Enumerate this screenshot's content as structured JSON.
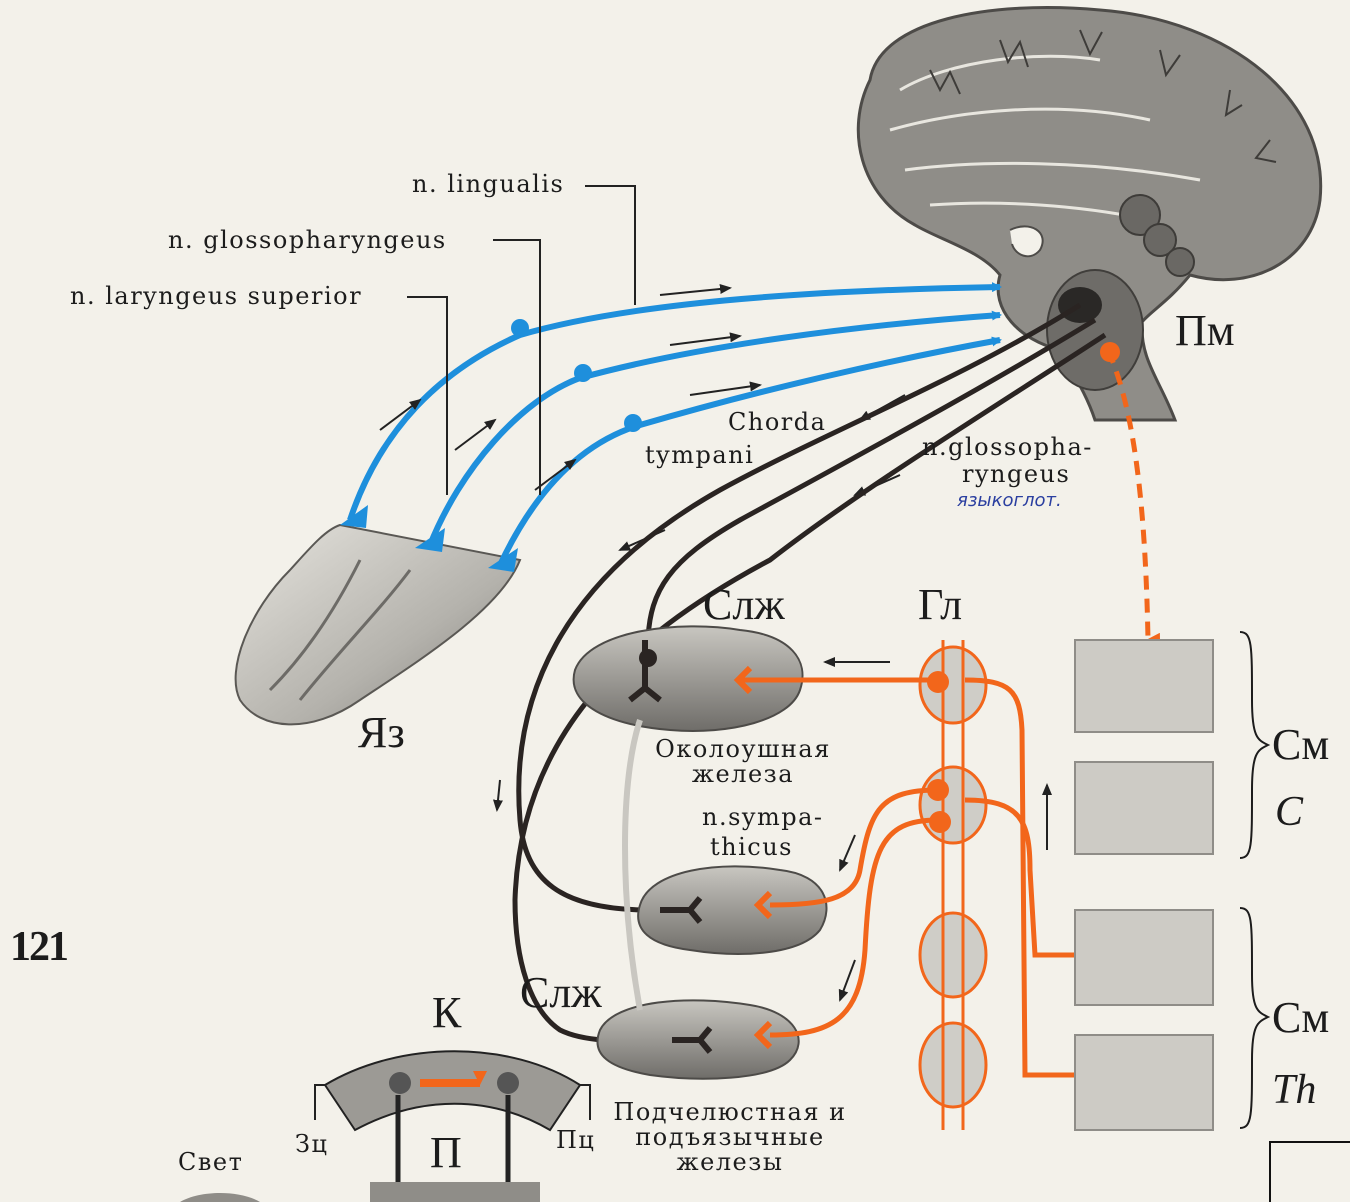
{
  "figure": {
    "number": "121"
  },
  "nerves": {
    "lingualis": "n. lingualis",
    "glossopharyngeus": "n. glossopharyngeus",
    "laryngeus_superior": "n. laryngeus superior",
    "chorda_tympani": [
      "Chorda",
      "tympani"
    ],
    "glossopharyngeus_efferent": [
      "n.glossopha-",
      "ryngeus"
    ],
    "sympathicus": [
      "n.sympa-",
      "thicus"
    ]
  },
  "handwritten_note": "языкоглот.",
  "organs": {
    "medulla": "Пм",
    "tongue": "Яз",
    "salivary_gland_top": "Слж",
    "salivary_gland_bottom": "Слж",
    "ganglia": "Гл",
    "parotid": [
      "Околоушная",
      "железа"
    ],
    "submandibular": [
      "Подчелюстная и",
      "подъязычные",
      "железы"
    ],
    "spinal_cervical": [
      "См",
      "C"
    ],
    "spinal_thoracic": [
      "См",
      "Th"
    ]
  },
  "inset": {
    "cortex": "К",
    "center": "П",
    "conditioned_center": "Зц",
    "food_center": "Пц",
    "light": "Свет"
  },
  "colors": {
    "afferent": "#1e8fdc",
    "parasympathetic": "#2a2422",
    "sympathetic": "#f2661b",
    "tissue": "#9c9a95"
  }
}
